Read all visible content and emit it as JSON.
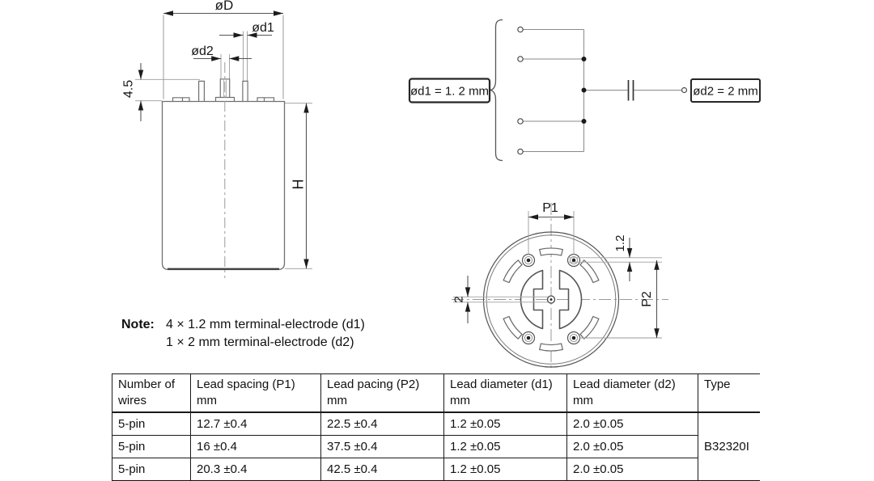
{
  "drawing": {
    "side_view": {
      "diameter_label": "øD",
      "d1_label": "ød1",
      "d2_label": "ød2",
      "pin_height_label": "4.5",
      "height_label": "H"
    },
    "schematic": {
      "d1_box_label": "ød1 = 1. 2 mm",
      "d2_box_label": "ød2 = 2 mm"
    },
    "bottom_view": {
      "p1_label": "P1",
      "p2_label": "P2",
      "pin_diameter_label": "1.2",
      "center_pin_diameter_label": "2"
    }
  },
  "note": {
    "label": "Note:",
    "line1": "4 × 1.2 mm terminal-electrode (d1)",
    "line2": "1 × 2 mm terminal-electrode (d2)"
  },
  "table": {
    "headers": [
      {
        "line1": "Number of",
        "line2": "wires"
      },
      {
        "line1": "Lead spacing (P1)",
        "line2": "mm"
      },
      {
        "line1": "Lead pacing (P2)",
        "line2": "mm"
      },
      {
        "line1": "Lead diameter (d1)",
        "line2": "mm"
      },
      {
        "line1": "Lead diameter (d2)",
        "line2": "mm"
      },
      {
        "line1": "Type",
        "line2": ""
      }
    ],
    "rows": [
      {
        "wires": "5-pin",
        "p1": "12.7 ±0.4",
        "p2": "22.5 ±0.4",
        "d1": "1.2 ±0.05",
        "d2": "2.0 ±0.05"
      },
      {
        "wires": "5-pin",
        "p1": "16 ±0.4",
        "p2": "37.5 ±0.4",
        "d1": "1.2 ±0.05",
        "d2": "2.0 ±0.05"
      },
      {
        "wires": "5-pin",
        "p1": "20.3 ±0.4",
        "p2": "42.5 ±0.4",
        "d1": "1.2 ±0.05",
        "d2": "2.0 ±0.05"
      }
    ],
    "type_value": "B32320I"
  }
}
